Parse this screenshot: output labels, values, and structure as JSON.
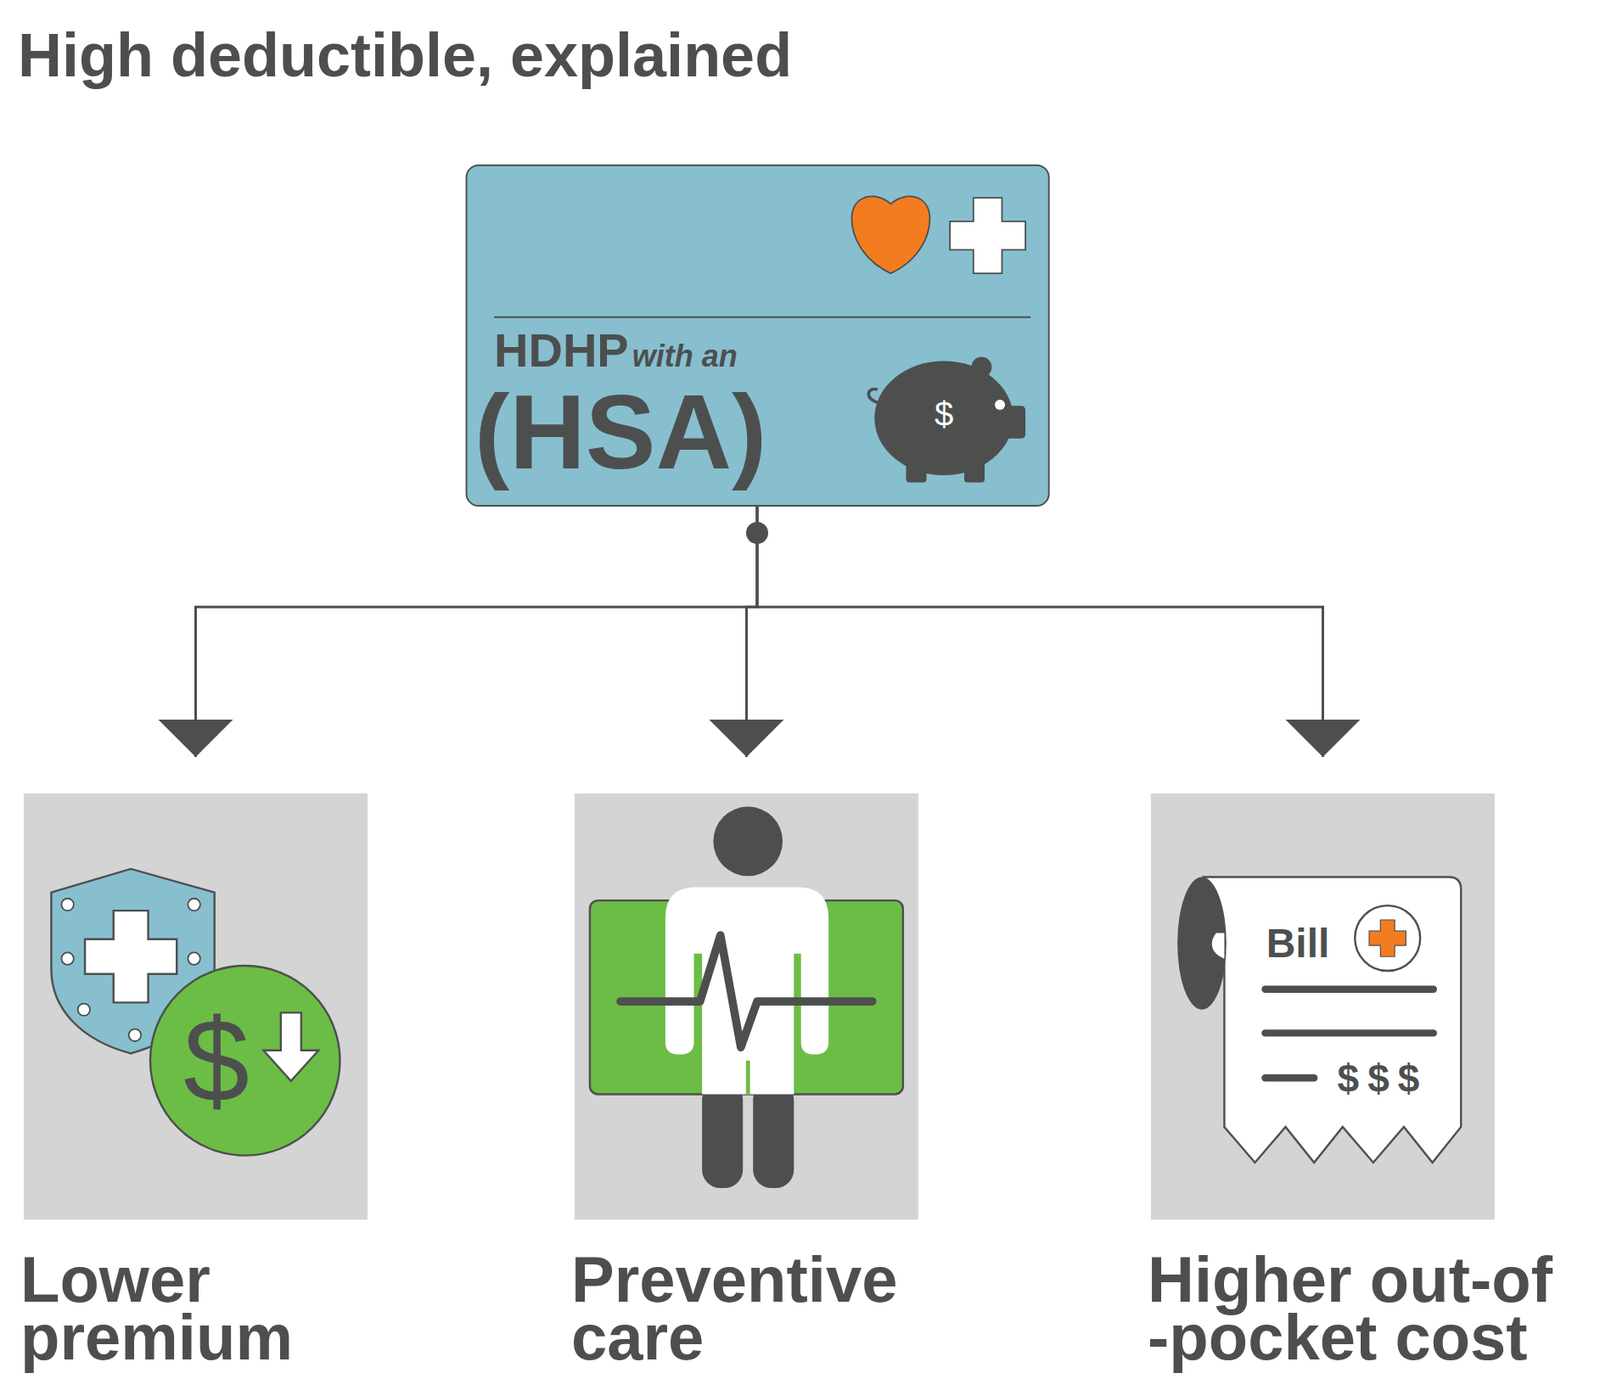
{
  "diagram": {
    "title": "High deductible, explained",
    "nodes": [
      {
        "text": [
          "HDHP",
          "with an",
          "(HSA)"
        ]
      },
      {
        "text": [
          "Lower premium"
        ]
      },
      {
        "text": [
          "Preventive care"
        ]
      },
      {
        "text": [
          "Higher out-of -pocket cost"
        ]
      }
    ],
    "edges": [
      {
        "from": 0,
        "to": 1,
        "arrow": "to"
      },
      {
        "from": 0,
        "to": 2,
        "arrow": "to"
      },
      {
        "from": 0,
        "to": 3,
        "arrow": "to"
      }
    ],
    "labels": [
      "$",
      "$",
      "Bill",
      "$$$"
    ]
  }
}
